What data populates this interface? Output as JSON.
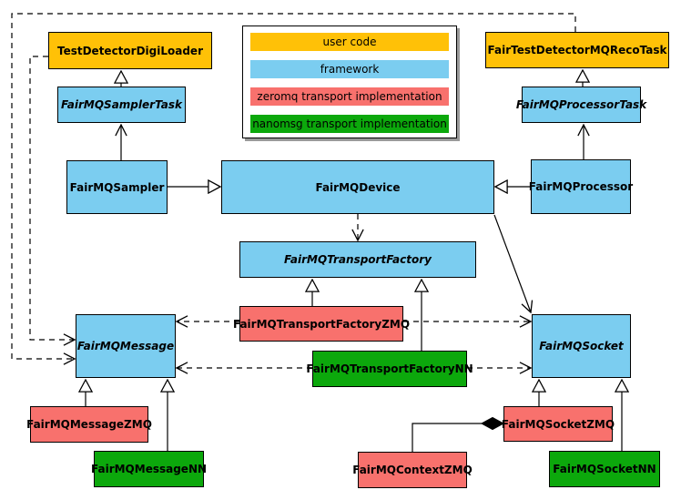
{
  "diagram": {
    "legend": {
      "items": [
        {
          "label": "user code",
          "color": "#FFC107"
        },
        {
          "label": "framework",
          "color": "#7BCDF0"
        },
        {
          "label": "zeromq transport implementation",
          "color": "#F8716D"
        },
        {
          "label": "nanomsg transport implementation",
          "color": "#0CA80C"
        }
      ]
    },
    "nodes": {
      "digi": {
        "label": "TestDetectorDigiLoader",
        "color": "#FFC107",
        "abstract": false
      },
      "samplertask": {
        "label": "FairMQSamplerTask",
        "color": "#7BCDF0",
        "abstract": true
      },
      "sampler": {
        "label": "FairMQSampler",
        "color": "#7BCDF0",
        "abstract": false
      },
      "device": {
        "label": "FairMQDevice",
        "color": "#7BCDF0",
        "abstract": false
      },
      "recotask": {
        "label": "FairTestDetectorMQRecoTask",
        "color": "#FFC107",
        "abstract": false
      },
      "proctask": {
        "label": "FairMQProcessorTask",
        "color": "#7BCDF0",
        "abstract": true
      },
      "processor": {
        "label": "FairMQProcessor",
        "color": "#7BCDF0",
        "abstract": false
      },
      "factory": {
        "label": "FairMQTransportFactory",
        "color": "#7BCDF0",
        "abstract": true
      },
      "factoryzmq": {
        "label": "FairMQTransportFactoryZMQ",
        "color": "#F8716D",
        "abstract": false
      },
      "factorynn": {
        "label": "FairMQTransportFactoryNN",
        "color": "#0CA80C",
        "abstract": false
      },
      "message": {
        "label": "FairMQMessage",
        "color": "#7BCDF0",
        "abstract": true
      },
      "socket": {
        "label": "FairMQSocket",
        "color": "#7BCDF0",
        "abstract": true
      },
      "messagezmq": {
        "label": "FairMQMessageZMQ",
        "color": "#F8716D",
        "abstract": false
      },
      "messagenn": {
        "label": "FairMQMessageNN",
        "color": "#0CA80C",
        "abstract": false
      },
      "socketzmq": {
        "label": "FairMQSocketZMQ",
        "color": "#F8716D",
        "abstract": false
      },
      "socketnn": {
        "label": "FairMQSocketNN",
        "color": "#0CA80C",
        "abstract": false
      },
      "contextzmq": {
        "label": "FairMQContextZMQ",
        "color": "#F8716D",
        "abstract": false
      }
    },
    "edges": [
      {
        "from": "FairMQSamplerTask",
        "to": "TestDetectorDigiLoader",
        "style": "solid",
        "arrowhead": "hollow-triangle"
      },
      {
        "from": "FairMQSampler",
        "to": "FairMQSamplerTask",
        "style": "solid",
        "arrowhead": "open-vee"
      },
      {
        "from": "FairMQSampler",
        "to": "FairMQDevice",
        "style": "solid",
        "arrowhead": "hollow-triangle"
      },
      {
        "from": "FairMQProcessorTask",
        "to": "FairTestDetectorMQRecoTask",
        "style": "solid",
        "arrowhead": "hollow-triangle"
      },
      {
        "from": "FairMQProcessor",
        "to": "FairMQProcessorTask",
        "style": "solid",
        "arrowhead": "open-vee"
      },
      {
        "from": "FairMQProcessor",
        "to": "FairMQDevice",
        "style": "solid",
        "arrowhead": "hollow-triangle"
      },
      {
        "from": "FairMQDevice",
        "to": "FairMQTransportFactory",
        "style": "dashed",
        "arrowhead": "open-vee"
      },
      {
        "from": "FairMQDevice",
        "to": "FairMQSocket",
        "style": "solid",
        "arrowhead": "open-vee"
      },
      {
        "from": "FairMQTransportFactoryZMQ",
        "to": "FairMQTransportFactory",
        "style": "solid",
        "arrowhead": "hollow-triangle"
      },
      {
        "from": "FairMQTransportFactoryNN",
        "to": "FairMQTransportFactory",
        "style": "solid",
        "arrowhead": "hollow-triangle"
      },
      {
        "from": "FairMQTransportFactoryZMQ",
        "to": "FairMQMessage",
        "style": "dashed",
        "arrowhead": "open-vee"
      },
      {
        "from": "FairMQTransportFactoryZMQ",
        "to": "FairMQSocket",
        "style": "dashed",
        "arrowhead": "open-vee"
      },
      {
        "from": "FairMQTransportFactoryNN",
        "to": "FairMQMessage",
        "style": "dashed",
        "arrowhead": "open-vee"
      },
      {
        "from": "FairMQTransportFactoryNN",
        "to": "FairMQSocket",
        "style": "dashed",
        "arrowhead": "open-vee"
      },
      {
        "from": "TestDetectorDigiLoader",
        "to": "FairMQMessage",
        "style": "dashed",
        "arrowhead": "open-vee"
      },
      {
        "from": "FairTestDetectorMQRecoTask",
        "to": "FairMQMessage",
        "style": "dashed",
        "arrowhead": "open-vee"
      },
      {
        "from": "FairMQMessageZMQ",
        "to": "FairMQMessage",
        "style": "solid",
        "arrowhead": "hollow-triangle"
      },
      {
        "from": "FairMQMessageNN",
        "to": "FairMQMessage",
        "style": "solid",
        "arrowhead": "hollow-triangle"
      },
      {
        "from": "FairMQSocketZMQ",
        "to": "FairMQSocket",
        "style": "solid",
        "arrowhead": "hollow-triangle"
      },
      {
        "from": "FairMQSocketNN",
        "to": "FairMQSocket",
        "style": "solid",
        "arrowhead": "hollow-triangle"
      },
      {
        "from": "FairMQContextZMQ",
        "to": "FairMQSocketZMQ",
        "style": "solid",
        "arrowhead": "filled-diamond"
      }
    ]
  }
}
